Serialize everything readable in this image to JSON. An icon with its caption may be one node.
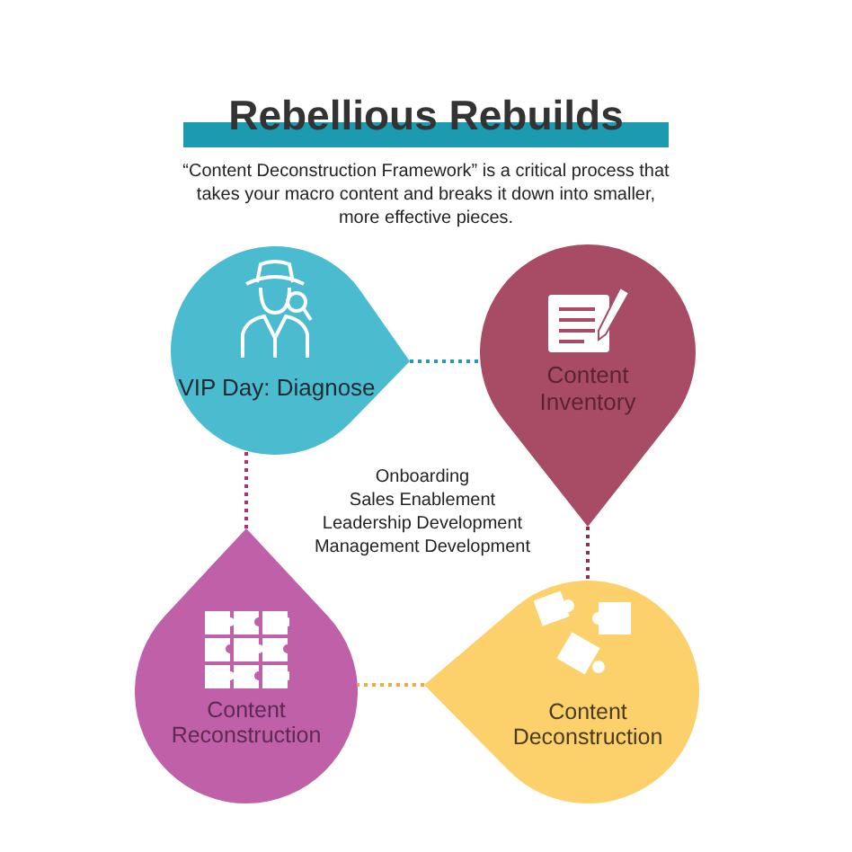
{
  "diagram": {
    "title": "Rebellious Rebuilds",
    "nodes": [
      {
        "text": [
          "VIP Day: Diagnose"
        ]
      },
      {
        "text": [
          "Content Inventory"
        ]
      },
      {
        "text": [
          "Content Reconstruction"
        ]
      },
      {
        "text": [
          "Content Deconstruction"
        ]
      }
    ],
    "edges": [
      {
        "from": 0,
        "to": 1,
        "arrow": "none",
        "style": "dashed",
        "color": "#1f9fb5"
      },
      {
        "from": 1,
        "to": 3,
        "arrow": "none",
        "style": "dashed",
        "color": "#8e2f4c"
      },
      {
        "from": 3,
        "to": 2,
        "arrow": "none",
        "style": "dashed",
        "color": "#f3a93b"
      },
      {
        "from": 2,
        "to": 0,
        "arrow": "none",
        "style": "dashed",
        "color": "#b0307a"
      }
    ],
    "labels": [
      "“Content Deconstruction Framework” is a critical process that takes your macro content and breaks it down into smaller, more effective pieces.",
      "Onboarding",
      "Sales Enablement",
      "Leadership Development",
      "Management Development"
    ]
  }
}
